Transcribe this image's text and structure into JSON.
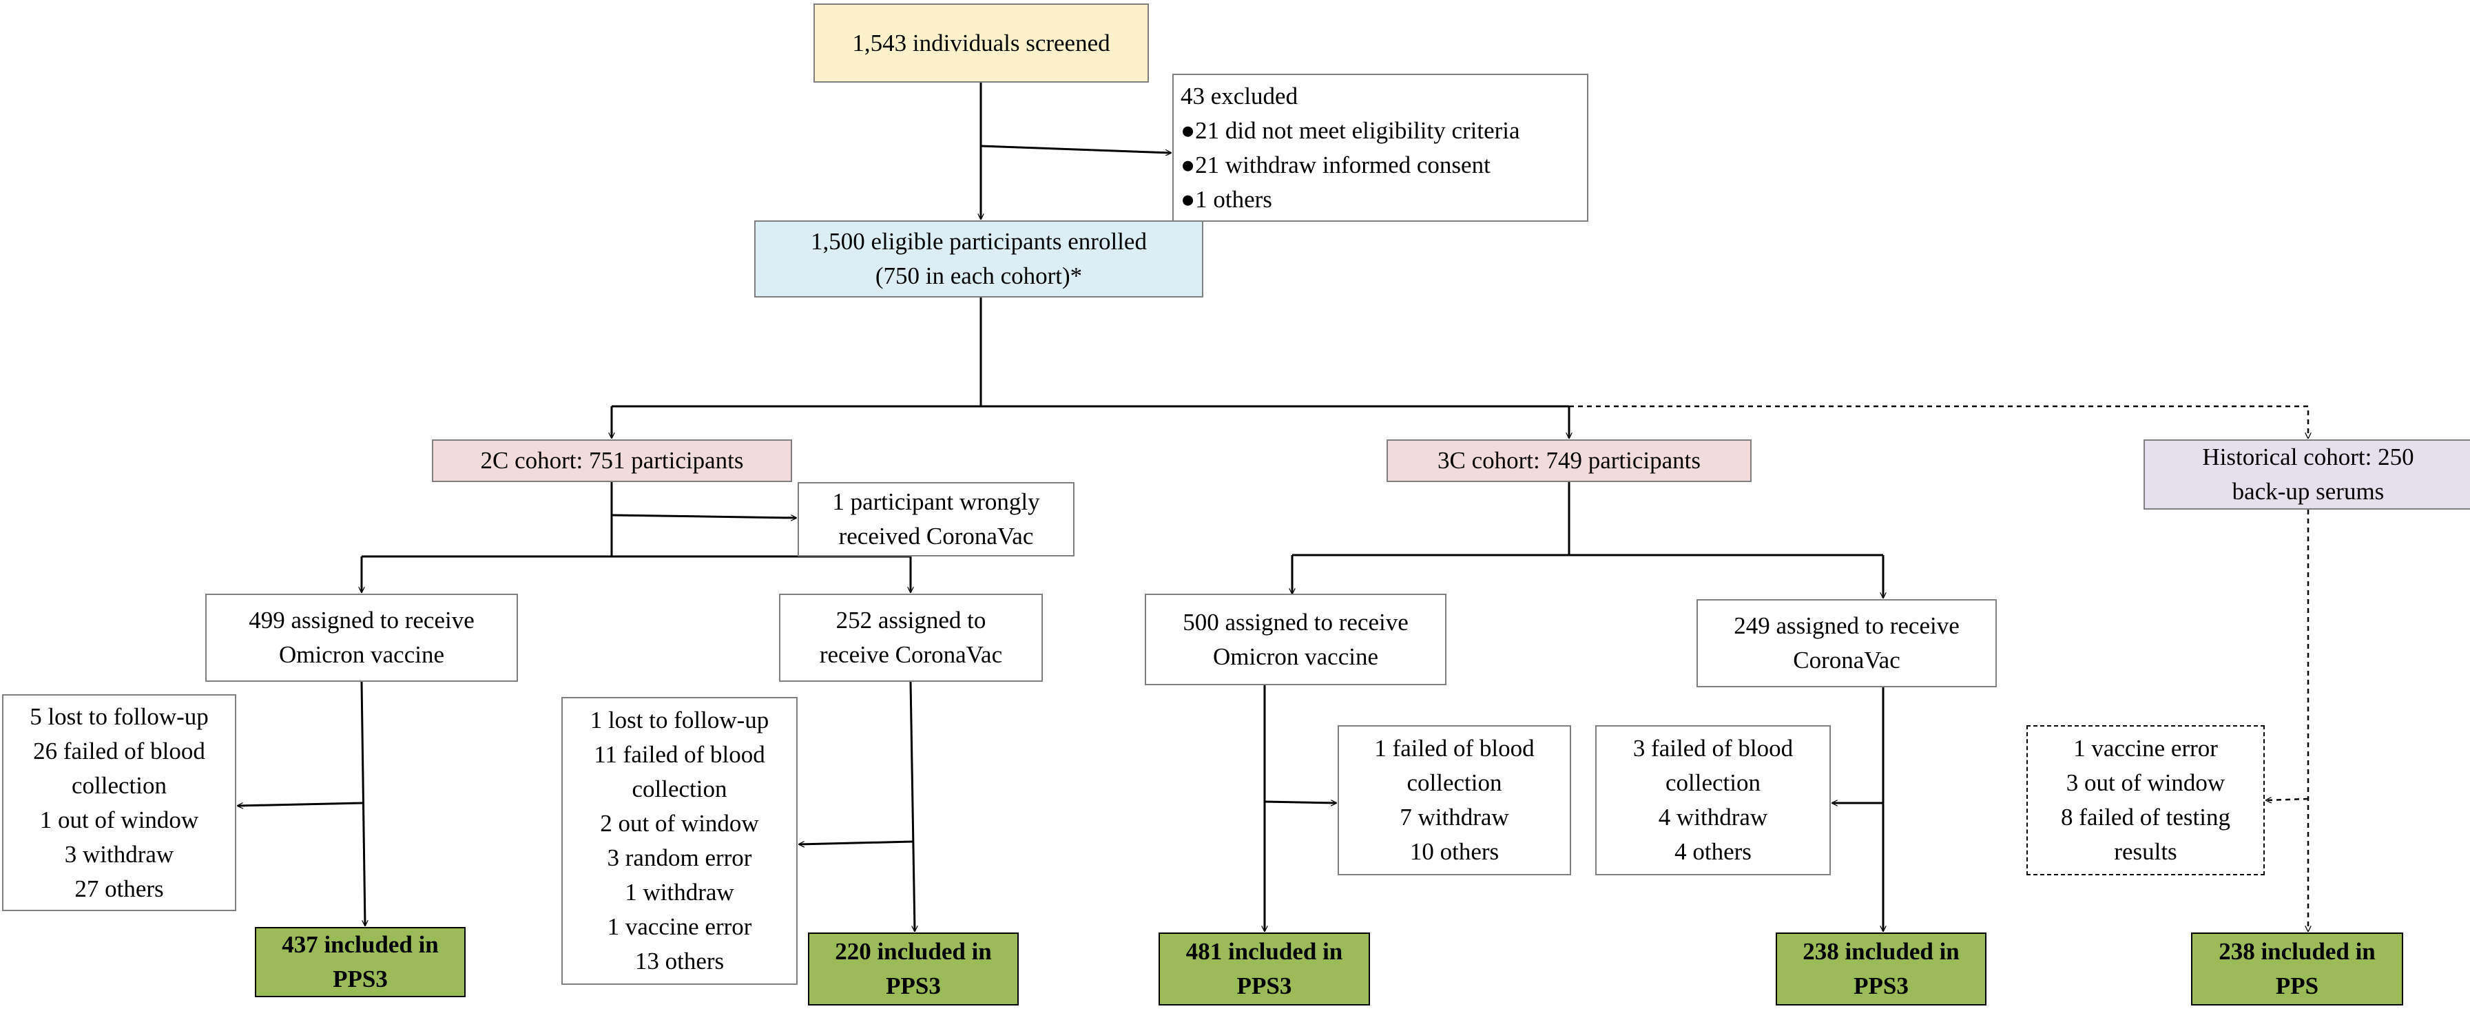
{
  "screened": {
    "lines": [
      "1,543 individuals screened"
    ]
  },
  "excluded": {
    "title": "43 excluded",
    "bullets": [
      "21 did not meet eligibility criteria",
      "21 withdraw informed consent",
      "1 others"
    ]
  },
  "enrolled": {
    "lines": [
      "1,500 eligible participants enrolled",
      "(750 in each cohort)*"
    ]
  },
  "cohorts": {
    "c2": {
      "lines": [
        "2C cohort: 751 participants"
      ]
    },
    "c3": {
      "lines": [
        "3C cohort: 749 participants"
      ]
    },
    "historical": {
      "lines": [
        "Historical cohort: 250",
        "back-up serums"
      ]
    }
  },
  "wrong_vaccine": {
    "lines": [
      "1 participant wrongly",
      "received CoronaVac"
    ]
  },
  "arms": {
    "c2_omicron": {
      "lines": [
        "499 assigned to receive",
        "Omicron vaccine"
      ]
    },
    "c2_coronavac": {
      "lines": [
        "252 assigned to",
        "receive CoronaVac"
      ]
    },
    "c3_omicron": {
      "lines": [
        "500 assigned to receive",
        "Omicron vaccine"
      ]
    },
    "c3_coronavac": {
      "lines": [
        "249 assigned to receive",
        "CoronaVac"
      ]
    }
  },
  "losses": {
    "c2_omicron": {
      "lines": [
        "5 lost to follow-up",
        "26 failed of blood",
        "collection",
        "1 out of window",
        "3 withdraw",
        "27 others"
      ]
    },
    "c2_coronavac": {
      "lines": [
        "1 lost to follow-up",
        "11 failed of blood",
        "collection",
        "2 out of window",
        "3 random error",
        "1 withdraw",
        "1 vaccine error",
        "13 others"
      ]
    },
    "c3_omicron": {
      "lines": [
        "1 failed of blood",
        "collection",
        "7 withdraw",
        "10 others"
      ]
    },
    "c3_coronavac": {
      "lines": [
        "3 failed of blood",
        "collection",
        "4 withdraw",
        "4 others"
      ]
    },
    "historical": {
      "lines": [
        "1 vaccine error",
        "3 out of window",
        "8 failed of testing",
        "results"
      ]
    }
  },
  "included": {
    "c2_omicron": {
      "lines": [
        "437 included in",
        "PPS3"
      ]
    },
    "c2_coronavac": {
      "lines": [
        "220 included in",
        "PPS3"
      ]
    },
    "c3_omicron": {
      "lines": [
        "481 included in",
        "PPS3"
      ]
    },
    "c3_coronavac": {
      "lines": [
        "238 included in",
        "PPS3"
      ]
    },
    "historical": {
      "lines": [
        "238 included in",
        "PPS"
      ]
    }
  },
  "colors": {
    "screened": "#fdf1cc",
    "enrolled": "#daeef3",
    "cohort": "#f2dcdb",
    "historical": "#e5e0ec",
    "included": "#9bbb59",
    "line": "#000000"
  }
}
